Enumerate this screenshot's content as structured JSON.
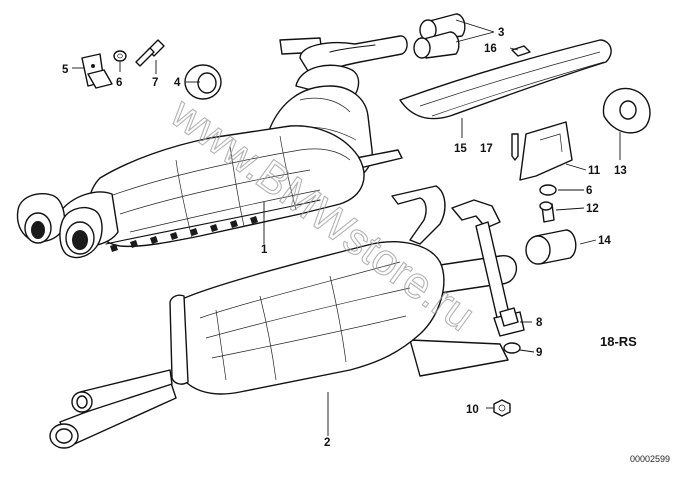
{
  "diagram": {
    "callouts": [
      {
        "id": "c1",
        "text": "1"
      },
      {
        "id": "c2",
        "text": "2"
      },
      {
        "id": "c3",
        "text": "3"
      },
      {
        "id": "c4",
        "text": "4"
      },
      {
        "id": "c5",
        "text": "5"
      },
      {
        "id": "c6a",
        "text": "6"
      },
      {
        "id": "c6b",
        "text": "6"
      },
      {
        "id": "c7",
        "text": "7"
      },
      {
        "id": "c8",
        "text": "8"
      },
      {
        "id": "c9",
        "text": "9"
      },
      {
        "id": "c10",
        "text": "10"
      },
      {
        "id": "c11",
        "text": "11"
      },
      {
        "id": "c12",
        "text": "12"
      },
      {
        "id": "c13",
        "text": "13"
      },
      {
        "id": "c14",
        "text": "14"
      },
      {
        "id": "c15",
        "text": "15"
      },
      {
        "id": "c16",
        "text": "16"
      },
      {
        "id": "c17",
        "text": "17"
      }
    ],
    "model_tag": "18-RS",
    "drawing_number": "00002599",
    "watermark": "www.BMWstore.ru"
  }
}
